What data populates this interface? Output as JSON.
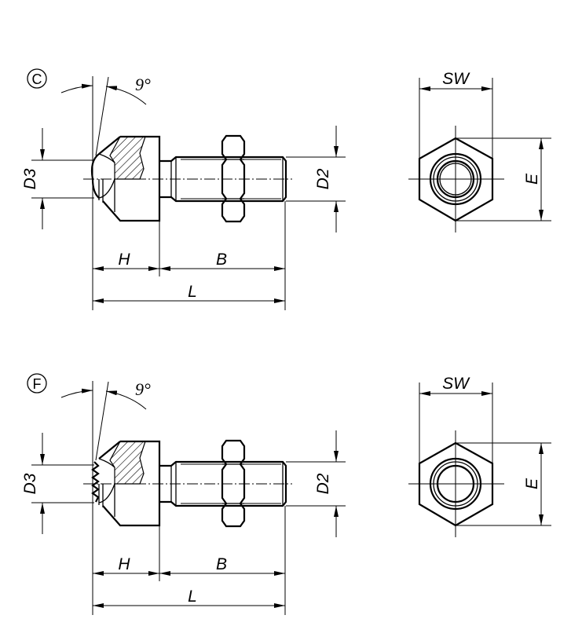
{
  "views": [
    {
      "variant": "C",
      "angle": "9°",
      "dims": {
        "d3": "D3",
        "d2": "D2",
        "h": "H",
        "b": "B",
        "l": "L",
        "sw": "SW",
        "e": "E"
      }
    },
    {
      "variant": "F",
      "angle": "9°",
      "dims": {
        "d3": "D3",
        "d2": "D2",
        "h": "H",
        "b": "B",
        "l": "L",
        "sw": "SW",
        "e": "E"
      }
    }
  ]
}
